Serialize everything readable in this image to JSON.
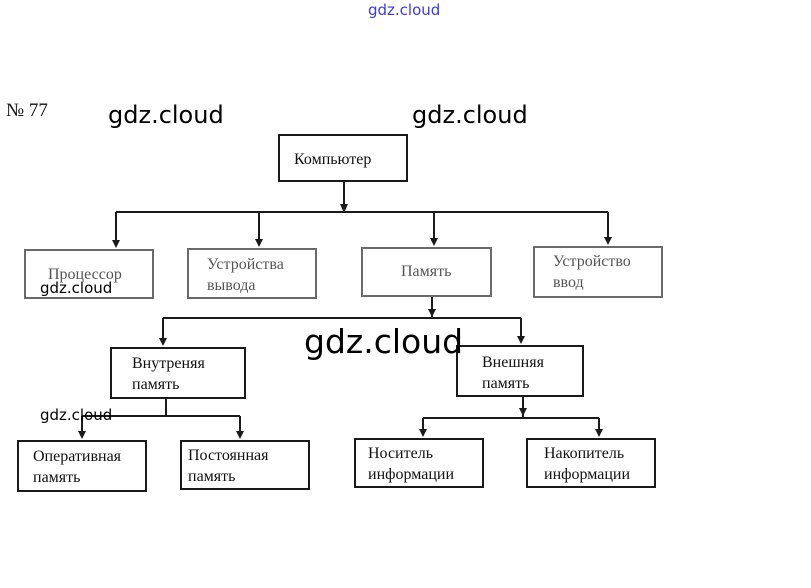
{
  "watermarks": {
    "top": "gdz.cloud",
    "left_large": "gdz.cloud",
    "right_large": "gdz.cloud",
    "small_upper": "gdz.cloud",
    "center_big": "gdz.cloud",
    "small_lower": "gdz.cloud"
  },
  "problem_number": "№ 77",
  "nodes": {
    "computer": {
      "line1": "Компьютер"
    },
    "processor": {
      "line1": "Процессор"
    },
    "output": {
      "line1": "Устройства",
      "line2": "вывода"
    },
    "memory": {
      "line1": "Память"
    },
    "input": {
      "line1": "Устройство",
      "line2": "ввод"
    },
    "internal_memory": {
      "line1": "Внутреняя",
      "line2": "память"
    },
    "external_memory": {
      "line1": "Внешняя",
      "line2": "память"
    },
    "ram": {
      "line1": "Оперативная",
      "line2": "память"
    },
    "rom": {
      "line1": "Постоянная",
      "line2": "память"
    },
    "storage_media": {
      "line1": "Носитель",
      "line2": "информации"
    },
    "storage_drive": {
      "line1": "Накопитель",
      "line2": "информации"
    }
  },
  "colors": {
    "line": "#1a1a1a",
    "watermark_top": "#3a3adf"
  }
}
